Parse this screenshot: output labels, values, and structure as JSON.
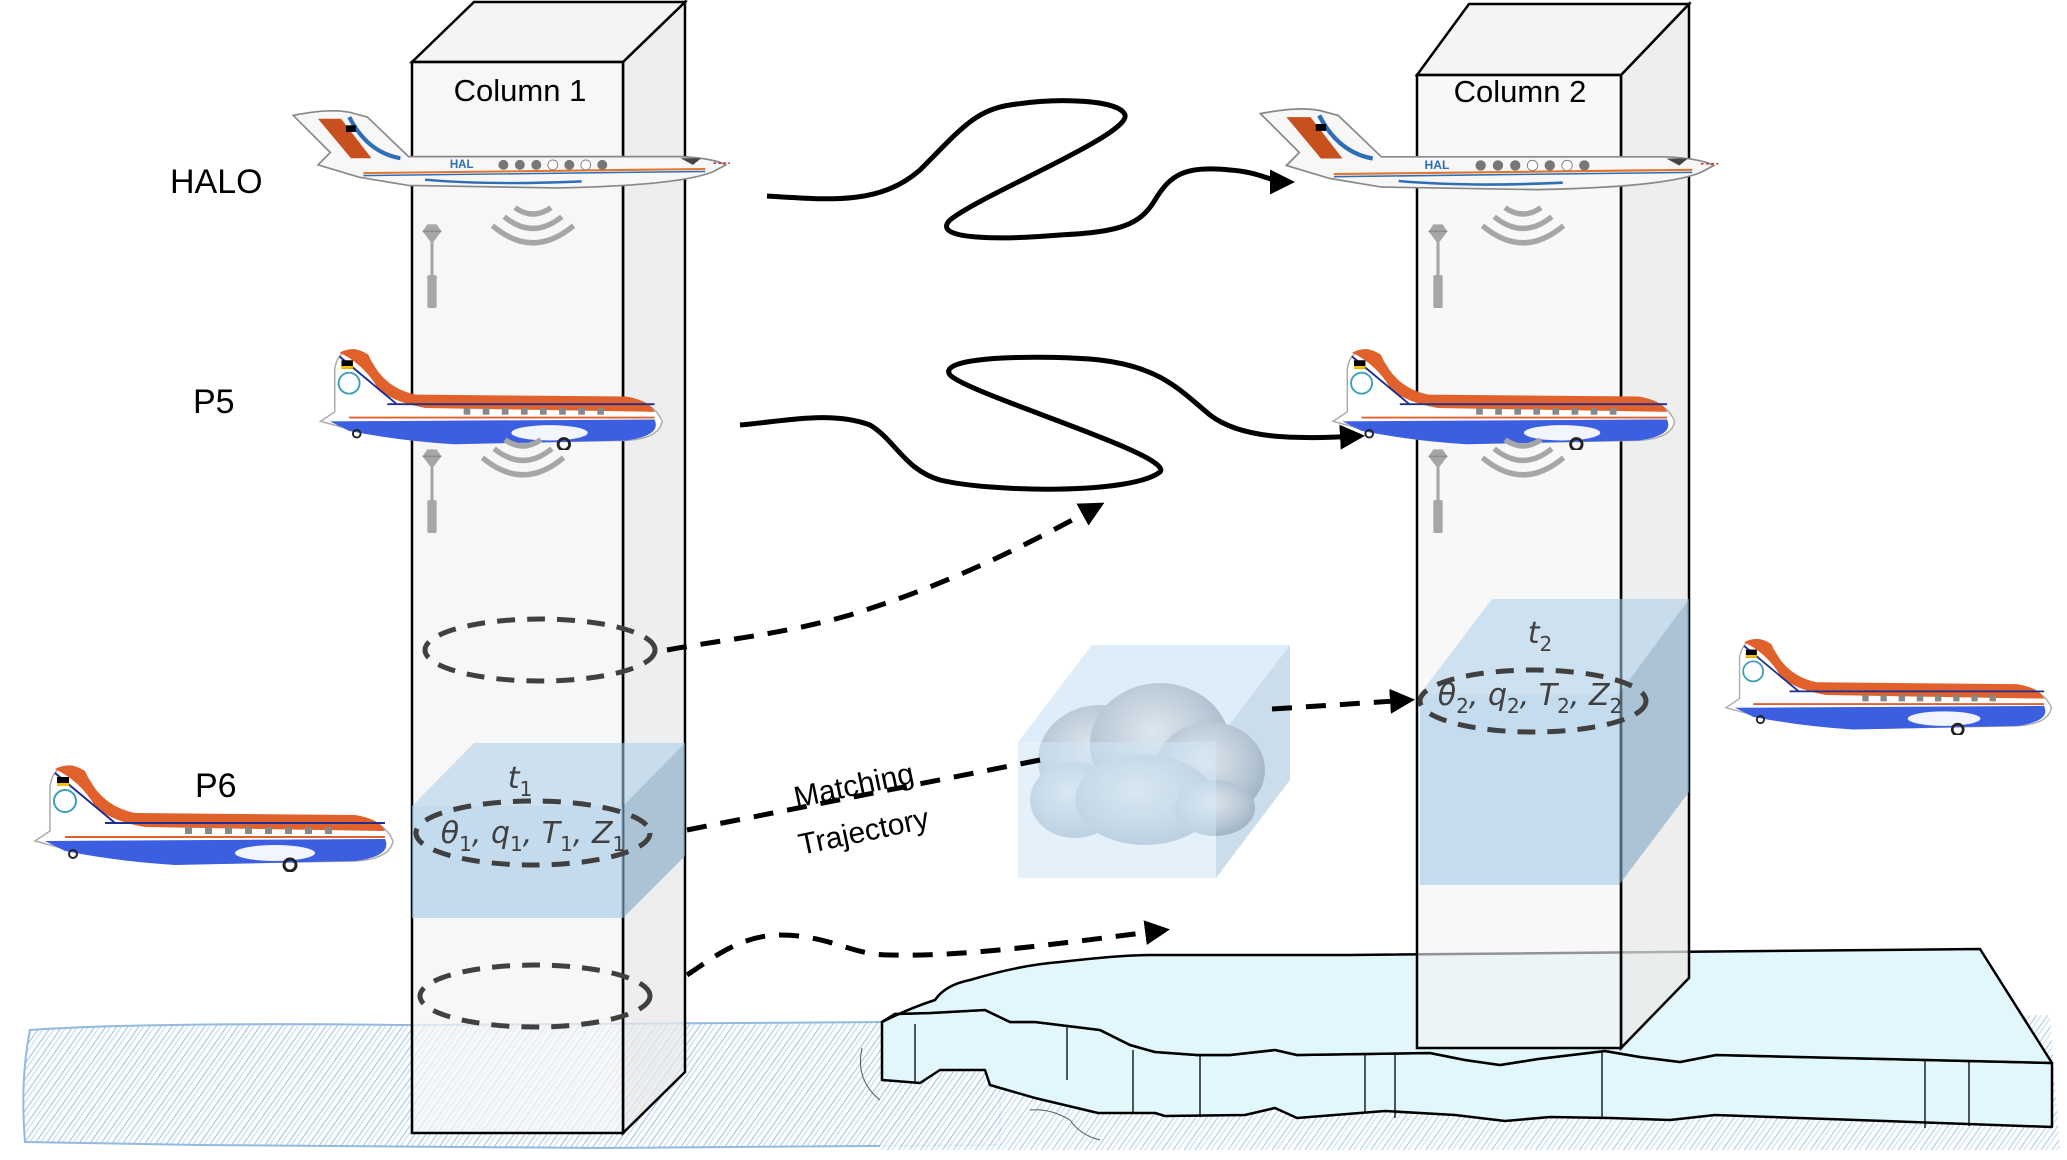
{
  "figure": {
    "columns": [
      {
        "label": "Column 1"
      },
      {
        "label": "Column 2"
      }
    ],
    "aircraft": [
      {
        "label": "HALO",
        "type": "jet",
        "colors": {
          "tail": "#c8501e",
          "stripe": "#2f6db5",
          "accent": "#e2762f"
        }
      },
      {
        "label": "P5",
        "type": "propeller",
        "colors": {
          "top": "#e0612b",
          "bottom": "#3b5fe0"
        }
      },
      {
        "label": "P6",
        "type": "propeller",
        "colors": {
          "top": "#e0612b",
          "bottom": "#3b5fe0"
        }
      }
    ],
    "air_mass_1": {
      "time": "t",
      "time_sub": "1",
      "vars": [
        {
          "sym": "θ",
          "sub": "1"
        },
        {
          "sym": "q",
          "sub": "1"
        },
        {
          "sym": "T",
          "sub": "1"
        },
        {
          "sym": "Z",
          "sub": "1"
        }
      ]
    },
    "air_mass_2": {
      "time": "t",
      "time_sub": "2",
      "vars": [
        {
          "sym": "θ",
          "sub": "2"
        },
        {
          "sym": "q",
          "sub": "2"
        },
        {
          "sym": "T",
          "sub": "2"
        },
        {
          "sym": "Z",
          "sub": "2"
        }
      ]
    },
    "trajectory_label_line1": "Matching",
    "trajectory_label_line2": "Trajectory",
    "colors": {
      "column_face": "#f4f4f4",
      "column_side": "#e8e8e8",
      "air_box": "#a9cde9",
      "ice": "#e2f7fb",
      "water_hatch": "#9cc3e6",
      "sensor_gray": "#a6a6a6",
      "dash_gray": "#404040"
    }
  }
}
